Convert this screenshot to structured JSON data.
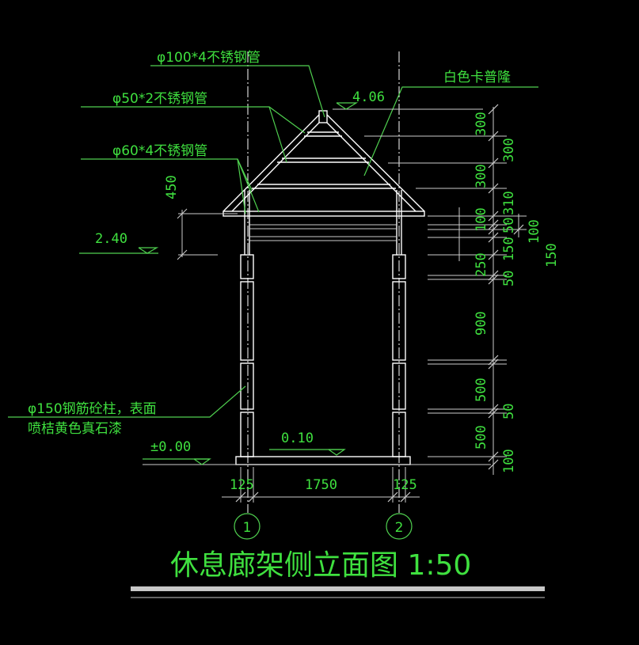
{
  "labels": {
    "pipe_100": "φ100*4不锈钢管",
    "pipe_50": "φ50*2不锈钢管",
    "pipe_60": "φ60*4不锈钢管",
    "roof_material": "白色卡普隆",
    "column_line1": "φ150钢筋砼柱，表面",
    "column_line2": "喷桔黄色真石漆"
  },
  "elevations": {
    "top": "4.06",
    "beam": "2.40",
    "ground": "±0.00",
    "base": "0.10"
  },
  "dims": {
    "left_450": "450",
    "bottom": [
      "125",
      "1750",
      "125"
    ],
    "right": [
      "300",
      "300",
      "300",
      "310",
      "100",
      "100",
      "150",
      "50",
      "250",
      "150",
      "50",
      "900",
      "500",
      "50",
      "500",
      "100"
    ]
  },
  "axes": [
    "1",
    "2"
  ],
  "title": "休息廊架侧立面图 1:50"
}
